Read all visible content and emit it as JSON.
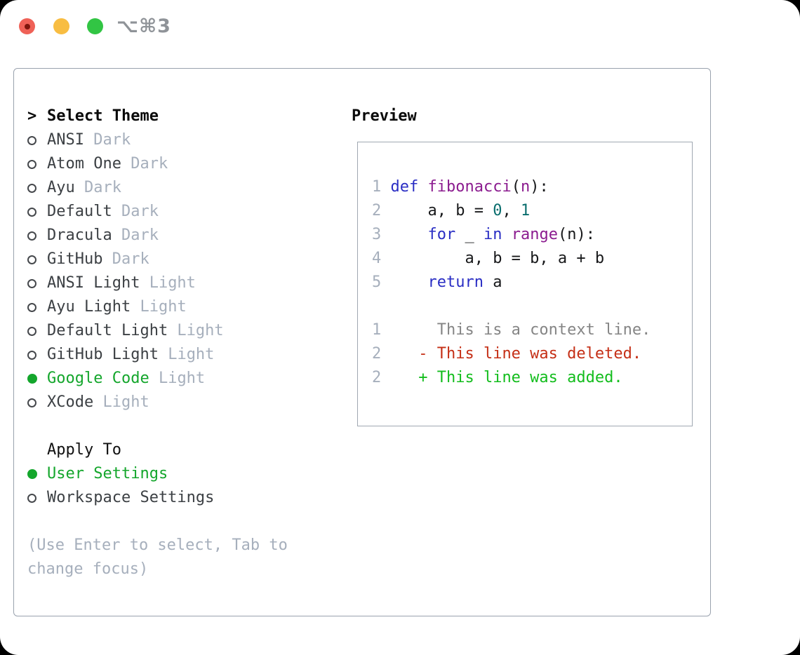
{
  "window": {
    "title": "⌥⌘3",
    "traffic_lights": [
      "close",
      "minimize",
      "zoom"
    ]
  },
  "theme_panel": {
    "header_prefix": ">",
    "header_label": "Select Theme",
    "themes": [
      {
        "name": "ANSI",
        "variant": "Dark",
        "selected": false
      },
      {
        "name": "Atom One",
        "variant": "Dark",
        "selected": false
      },
      {
        "name": "Ayu",
        "variant": "Dark",
        "selected": false
      },
      {
        "name": "Default",
        "variant": "Dark",
        "selected": false
      },
      {
        "name": "Dracula",
        "variant": "Dark",
        "selected": false
      },
      {
        "name": "GitHub",
        "variant": "Dark",
        "selected": false
      },
      {
        "name": "ANSI Light",
        "variant": "Light",
        "selected": false
      },
      {
        "name": "Ayu Light",
        "variant": "Light",
        "selected": false
      },
      {
        "name": "Default Light",
        "variant": "Light",
        "selected": false
      },
      {
        "name": "GitHub Light",
        "variant": "Light",
        "selected": false
      },
      {
        "name": "Google Code",
        "variant": "Light",
        "selected": true
      },
      {
        "name": "XCode",
        "variant": "Light",
        "selected": false
      }
    ],
    "apply_to": {
      "label": "Apply To",
      "options": [
        {
          "name": "User Settings",
          "selected": true
        },
        {
          "name": "Workspace Settings",
          "selected": false
        }
      ]
    },
    "hint": "(Use Enter to select, Tab to change focus)"
  },
  "preview": {
    "label": "Preview",
    "lines": [
      [
        {
          "t": "1 ",
          "c": "num"
        },
        {
          "t": "def",
          "c": "kw"
        },
        {
          "t": " ",
          "c": "pl"
        },
        {
          "t": "fibonacci",
          "c": "fn"
        },
        {
          "t": "(",
          "c": "pl"
        },
        {
          "t": "n",
          "c": "fn"
        },
        {
          "t": "):",
          "c": "pl"
        }
      ],
      [
        {
          "t": "2 ",
          "c": "num"
        },
        {
          "t": "    a, b = ",
          "c": "pl"
        },
        {
          "t": "0",
          "c": "lit"
        },
        {
          "t": ", ",
          "c": "pl"
        },
        {
          "t": "1",
          "c": "lit"
        }
      ],
      [
        {
          "t": "3 ",
          "c": "num"
        },
        {
          "t": "    ",
          "c": "pl"
        },
        {
          "t": "for",
          "c": "kw"
        },
        {
          "t": " _ ",
          "c": "pl"
        },
        {
          "t": "in",
          "c": "kw"
        },
        {
          "t": " ",
          "c": "pl"
        },
        {
          "t": "range",
          "c": "fn"
        },
        {
          "t": "(n):",
          "c": "pl"
        }
      ],
      [
        {
          "t": "4 ",
          "c": "num"
        },
        {
          "t": "        a, b = b, a + b",
          "c": "pl"
        }
      ],
      [
        {
          "t": "5 ",
          "c": "num"
        },
        {
          "t": "    ",
          "c": "pl"
        },
        {
          "t": "return",
          "c": "kw"
        },
        {
          "t": " a",
          "c": "pl"
        }
      ],
      [],
      [
        {
          "t": "1 ",
          "c": "num"
        },
        {
          "t": "     This is a context line.",
          "c": "ctx"
        }
      ],
      [
        {
          "t": "2 ",
          "c": "num"
        },
        {
          "t": "   - This line was deleted.",
          "c": "del"
        }
      ],
      [
        {
          "t": "2 ",
          "c": "num"
        },
        {
          "t": "   + This line was added.",
          "c": "add"
        }
      ]
    ]
  },
  "colors": {
    "sel": "#14a62c",
    "muted": "#a6afbc",
    "kw": "#2a2ec4",
    "fn": "#8b1c8f",
    "lit": "#0a6e6e",
    "ctx": "#858585",
    "del": "#c52f16",
    "add": "#13bd1d"
  }
}
